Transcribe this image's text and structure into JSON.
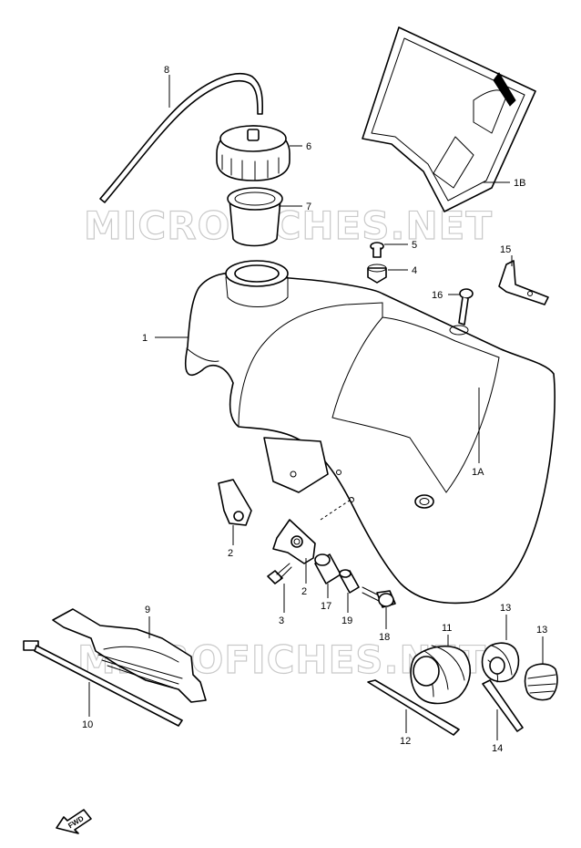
{
  "watermark": "MICROFICHES.NET",
  "fwd_label": "FWD",
  "callouts": {
    "c1": "1",
    "c1A": "1A",
    "c1B": "1B",
    "c2a": "2",
    "c2b": "2",
    "c3": "3",
    "c4": "4",
    "c5": "5",
    "c6": "6",
    "c7": "7",
    "c8": "8",
    "c9": "9",
    "c10": "10",
    "c11": "11",
    "c12": "12",
    "c13a": "13",
    "c13b": "13",
    "c14": "14",
    "c15": "15",
    "c16": "16",
    "c17": "17",
    "c18": "18",
    "c19": "19"
  }
}
